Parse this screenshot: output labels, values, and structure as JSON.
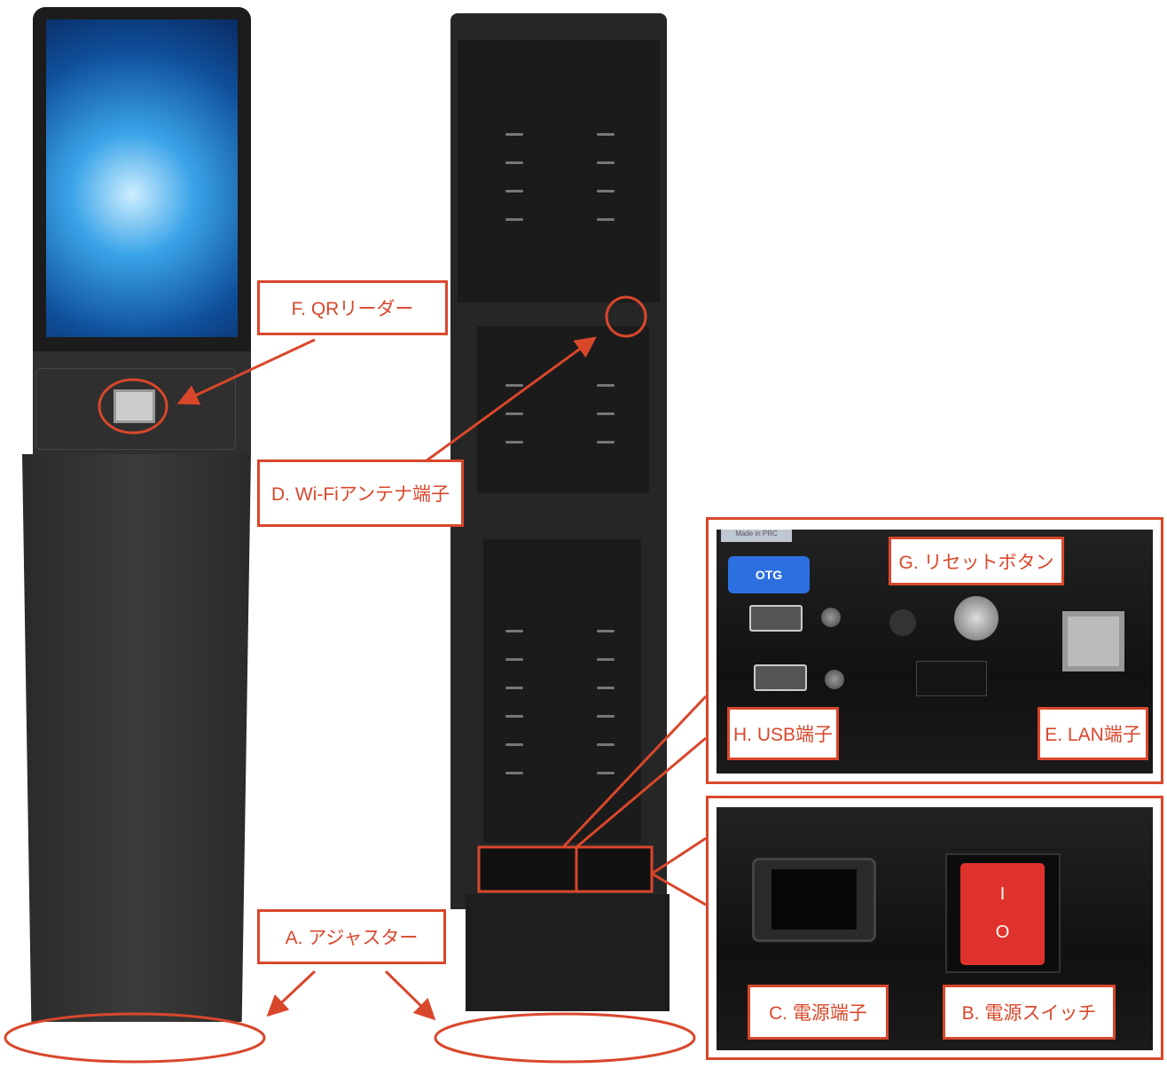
{
  "labels": {
    "qr": "F. QRリーダー",
    "wifi": "D. Wi-Fiアンテナ端子",
    "adjuster": "A. アジャスター",
    "reset": "G. リセットボタン",
    "usb": "H. USB端子",
    "lan": "E. LAN端子",
    "power_port": "C. 電源端子",
    "power_switch": "B. 電源スイッチ"
  },
  "detail": {
    "otg": "OTG",
    "made_in": "Made in PRC",
    "switch_on": "I",
    "switch_off": "O"
  },
  "colors": {
    "accent": "#d9472b",
    "body": "#2b2b2b",
    "otg": "#2c6fe0",
    "switch": "#e0322c"
  }
}
